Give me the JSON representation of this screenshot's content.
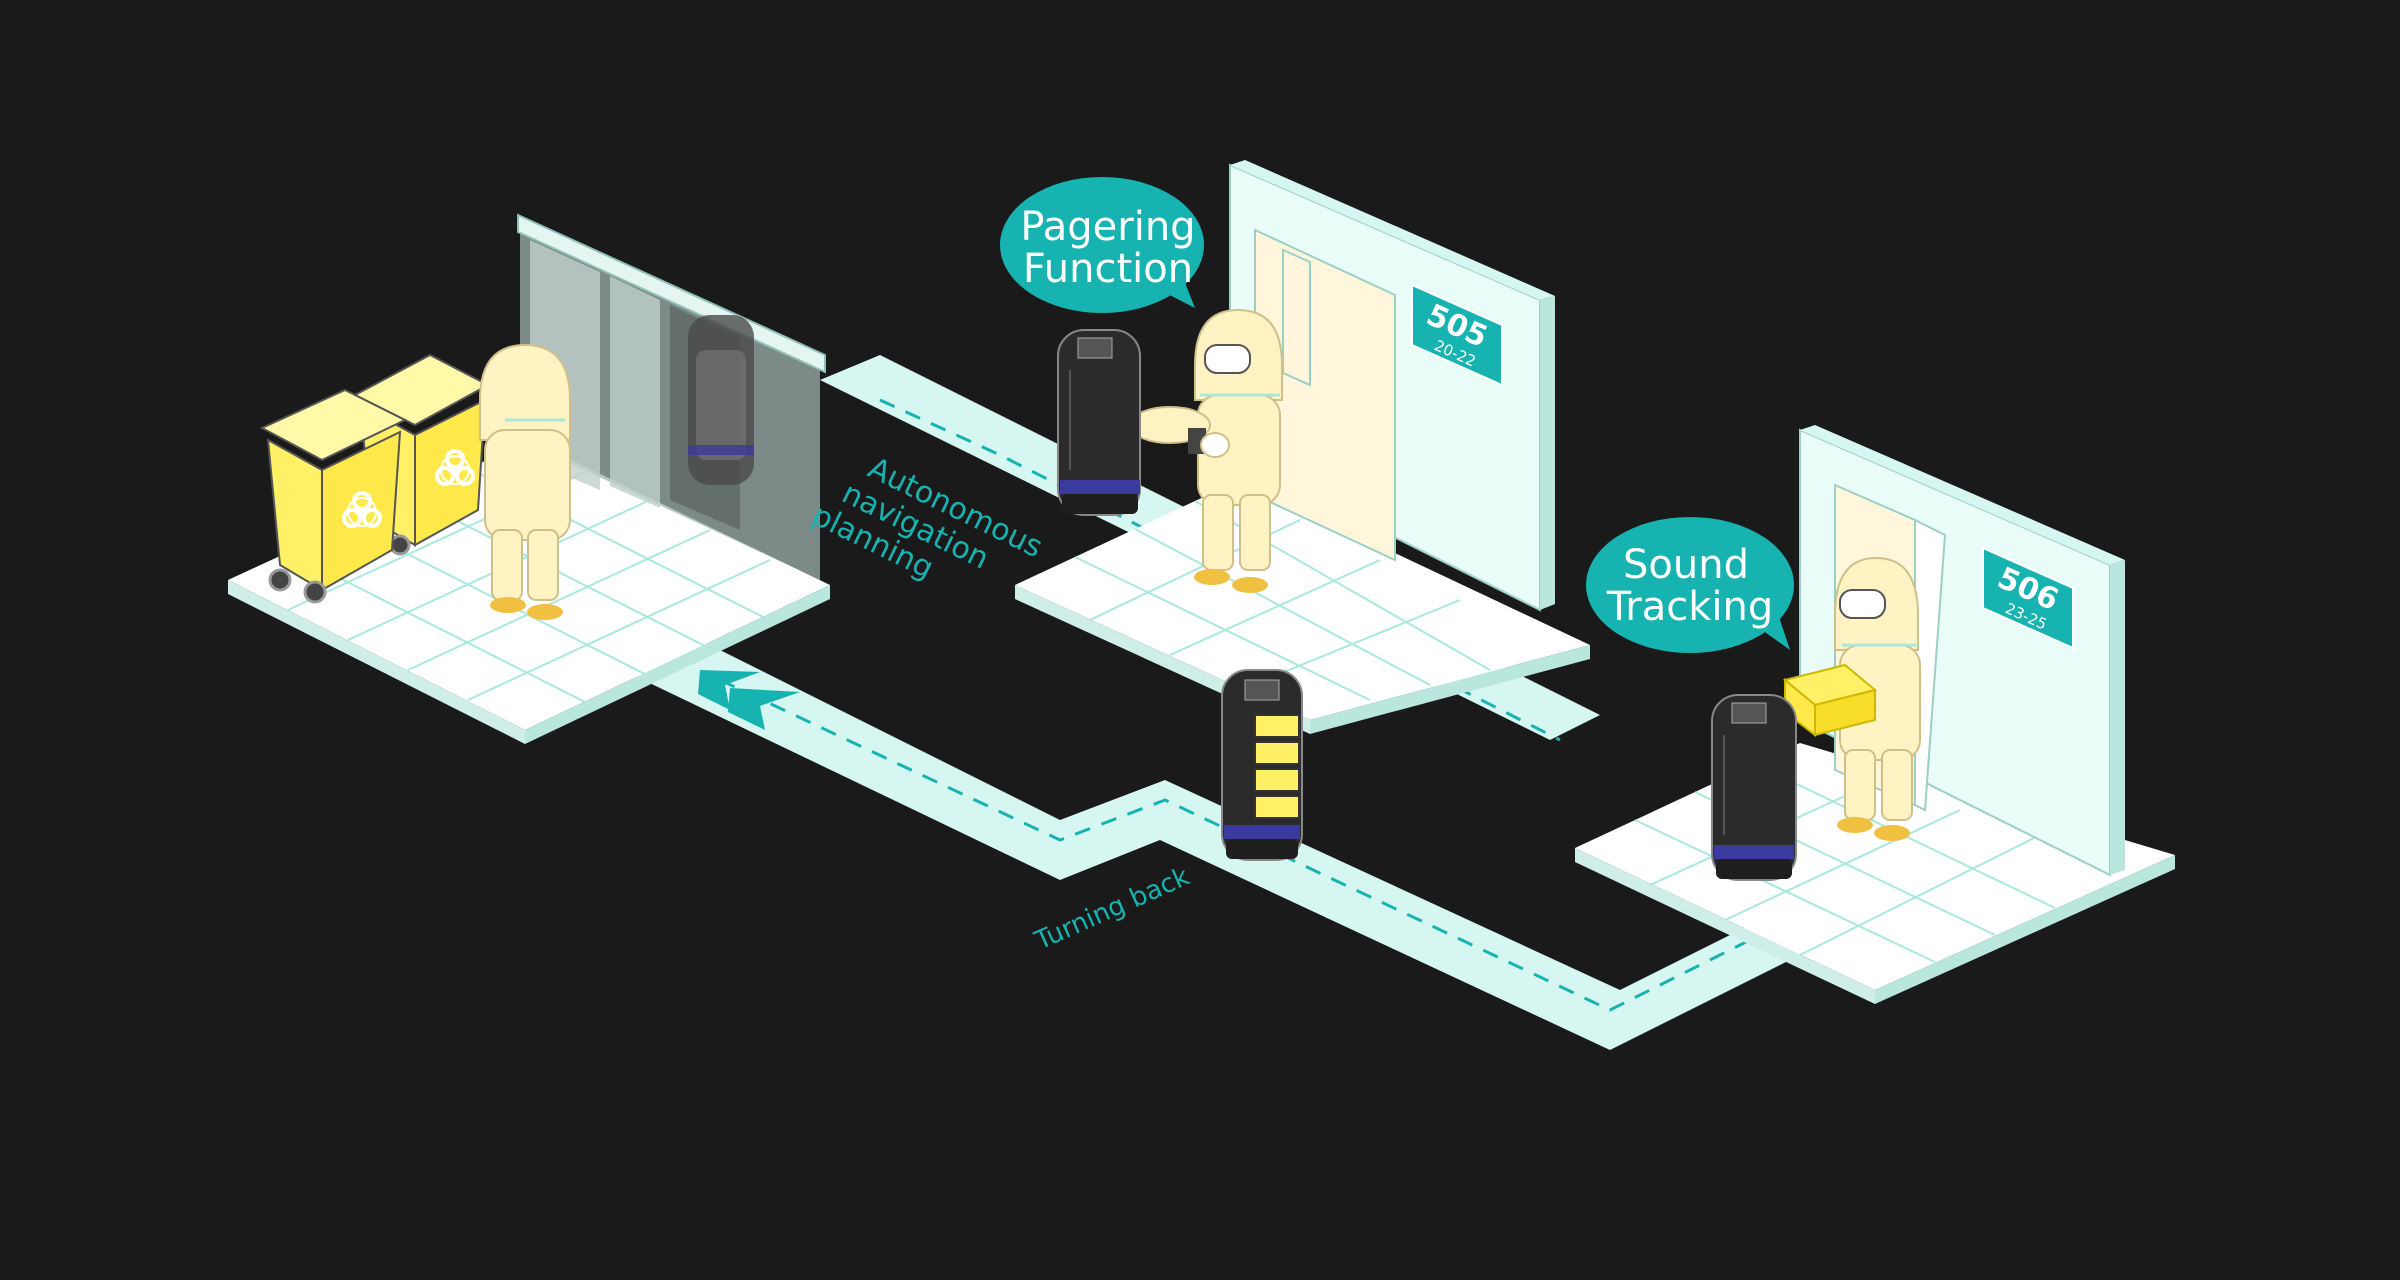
{
  "background_color": "#1a1a1a",
  "colors": {
    "floor": "#eafcf8",
    "path": "#d6f7f1",
    "accent": "#17b3b0",
    "suit": "#fff3c4",
    "bin": "#fff066",
    "robot": "#2b2b2b",
    "robot_band": "#3b3a9e"
  },
  "labels": {
    "navigation": [
      "Autonomous",
      "navigation",
      "planning"
    ],
    "turning_back": "Turning back"
  },
  "bubbles": {
    "pagering": [
      "Pagering",
      "Function"
    ],
    "sound": [
      "Sound",
      "Tracking"
    ]
  },
  "rooms": [
    {
      "number": "505",
      "beds": "20-22"
    },
    {
      "number": "506",
      "beds": "23-25"
    }
  ],
  "icons": {
    "biohazard": "biohazard-icon",
    "direction": "double-chevron-icon"
  }
}
